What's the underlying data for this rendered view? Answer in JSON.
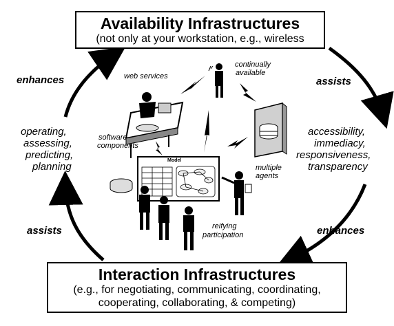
{
  "top_box": {
    "title": "Availability Infrastructures",
    "subtitle": "(not only at your workstation, e.g., wireless"
  },
  "bottom_box": {
    "title": "Interaction Infrastructures",
    "subtitle_line1": "(e.g., for negotiating, communicating, coordinating,",
    "subtitle_line2": "cooperating, collaborating, & competing)"
  },
  "cycle_labels": {
    "enhances_left": "enhances",
    "assists_right": "assists",
    "enhances_right": "enhances",
    "assists_left": "assists"
  },
  "left_list": [
    "operating,",
    "assessing,",
    "predicting,",
    "planning"
  ],
  "right_list": [
    "accessibility,",
    "immediacy,",
    "responsiveness,",
    "transparency"
  ],
  "annotations": {
    "web_services": "web services",
    "continually_1": "continually",
    "continually_2": "available",
    "software_1": "software",
    "software_2": "components",
    "multiple_1": "multiple",
    "multiple_2": "agents",
    "reifying_1": "reifying",
    "reifying_2": "participation",
    "model": "Model"
  }
}
